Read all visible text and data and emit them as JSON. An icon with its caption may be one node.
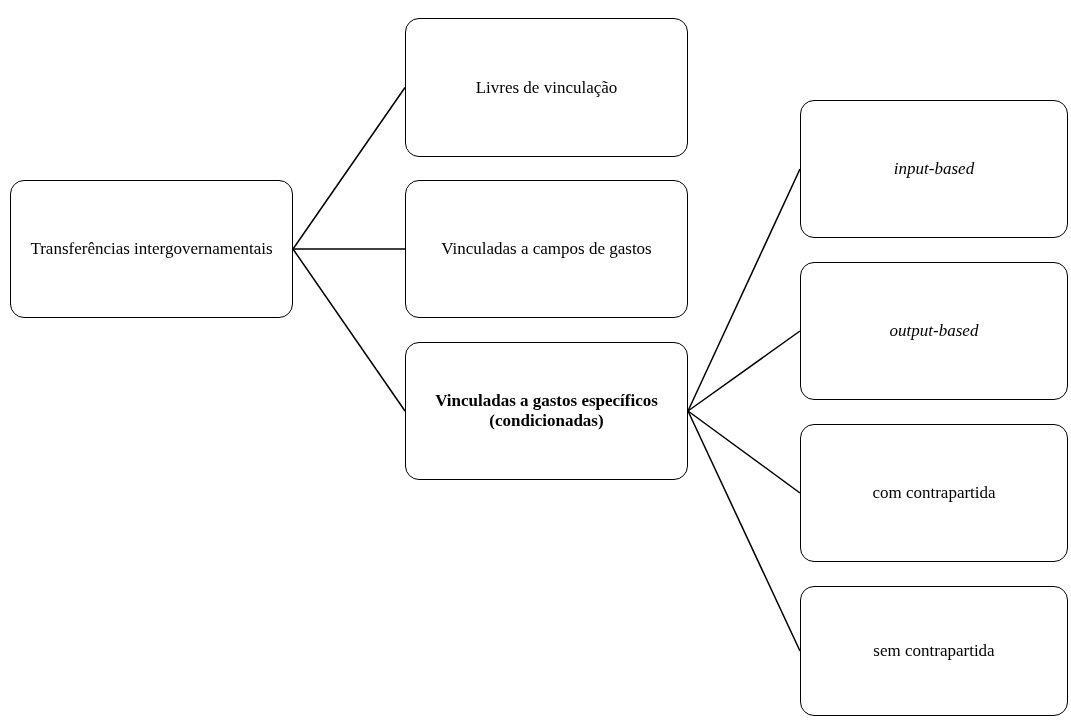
{
  "diagram": {
    "nodes": [
      {
        "text": [
          "Transferências intergovernamentais"
        ]
      },
      {
        "text": [
          "Livres de vinculação"
        ]
      },
      {
        "text": [
          "Vinculadas a campos de gastos"
        ]
      },
      {
        "text": [
          "Vinculadas a gastos específicos (condicionadas)"
        ]
      },
      {
        "text": [
          "input-based"
        ]
      },
      {
        "text": [
          "output-based"
        ]
      },
      {
        "text": [
          "com contrapartida"
        ]
      },
      {
        "text": [
          "sem contrapartida"
        ]
      }
    ],
    "edges": [
      {
        "from": 0,
        "to": 1,
        "arrow": "none"
      },
      {
        "from": 0,
        "to": 2,
        "arrow": "none"
      },
      {
        "from": 0,
        "to": 3,
        "arrow": "none"
      },
      {
        "from": 3,
        "to": 4,
        "arrow": "none"
      },
      {
        "from": 3,
        "to": 5,
        "arrow": "none"
      },
      {
        "from": 3,
        "to": 6,
        "arrow": "none"
      },
      {
        "from": 3,
        "to": 7,
        "arrow": "none"
      }
    ]
  }
}
